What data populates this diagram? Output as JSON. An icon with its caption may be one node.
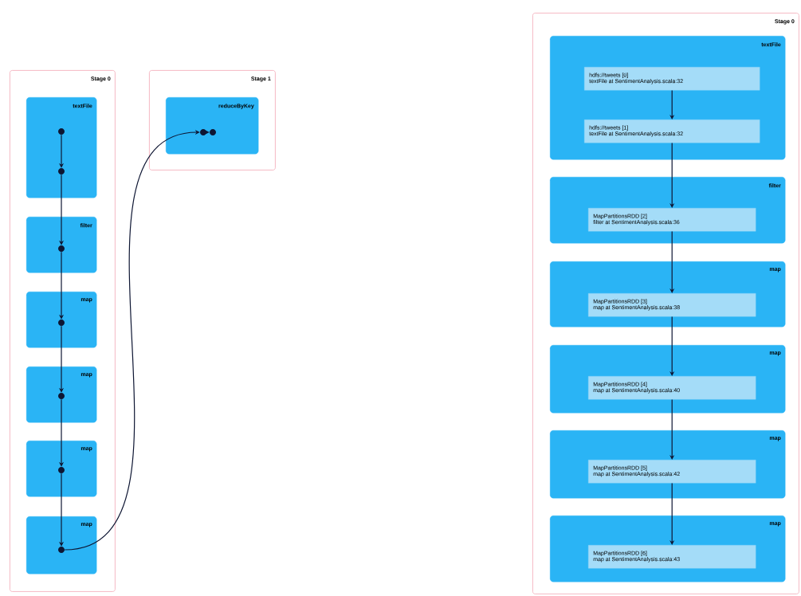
{
  "diagram": {
    "nodes": [
      {
        "text": [
          "Stage 0"
        ]
      },
      {
        "text": [
          "textFile"
        ],
        "in": 0
      },
      {
        "text": [
          "filter"
        ],
        "in": 0
      },
      {
        "text": [
          "map"
        ],
        "in": 0
      },
      {
        "text": [
          "map"
        ],
        "in": 0
      },
      {
        "text": [
          "map"
        ],
        "in": 0
      },
      {
        "text": [
          "map"
        ],
        "in": 0
      },
      {
        "text": [
          "Stage 1"
        ]
      },
      {
        "text": [
          "reduceByKey"
        ],
        "in": 7
      },
      {
        "text": [],
        "shape": "circle",
        "in": 1
      },
      {
        "text": [],
        "shape": "circle",
        "in": 1
      },
      {
        "text": [],
        "shape": "circle",
        "in": 2
      },
      {
        "text": [],
        "shape": "circle",
        "in": 3
      },
      {
        "text": [],
        "shape": "circle",
        "in": 4
      },
      {
        "text": [],
        "shape": "circle",
        "in": 5
      },
      {
        "text": [],
        "shape": "circle",
        "in": 6
      },
      {
        "text": [],
        "shape": "circle",
        "in": 8
      },
      {
        "text": [],
        "shape": "circle",
        "in": 8
      },
      {
        "text": [
          "Stage 0"
        ]
      },
      {
        "text": [
          "textFile"
        ],
        "in": 18
      },
      {
        "text": [
          "hdfs://tweets [0]",
          "textFile at SentimentAnalysis.scala:32"
        ],
        "in": 19
      },
      {
        "text": [
          "hdfs://tweets [1]",
          "textFile at SentimentAnalysis.scala:32"
        ],
        "in": 19
      },
      {
        "text": [
          "filter"
        ],
        "in": 18
      },
      {
        "text": [
          "MapPartitionsRDD [2]",
          "filter at SentimentAnalysis.scala:36"
        ],
        "in": 22
      },
      {
        "text": [
          "map"
        ],
        "in": 18
      },
      {
        "text": [
          "MapPartitionsRDD [3]",
          "map at SentimentAnalysis.scala:38"
        ],
        "in": 24
      },
      {
        "text": [
          "map"
        ],
        "in": 18
      },
      {
        "text": [
          "MapPartitionsRDD [4]",
          "map at SentimentAnalysis.scala:40"
        ],
        "in": 26
      },
      {
        "text": [
          "map"
        ],
        "in": 18
      },
      {
        "text": [
          "MapPartitionsRDD [5]",
          "map at SentimentAnalysis.scala:42"
        ],
        "in": 28
      },
      {
        "text": [
          "map"
        ],
        "in": 18
      },
      {
        "text": [
          "MapPartitionsRDD [6]",
          "map at SentimentAnalysis.scala:43"
        ],
        "in": 30
      }
    ],
    "edges": [
      {
        "from": 9,
        "to": 10,
        "arrow": "to"
      },
      {
        "from": 10,
        "to": 11,
        "arrow": "to"
      },
      {
        "from": 11,
        "to": 12,
        "arrow": "to"
      },
      {
        "from": 12,
        "to": 13,
        "arrow": "to"
      },
      {
        "from": 13,
        "to": 14,
        "arrow": "to"
      },
      {
        "from": 14,
        "to": 15,
        "arrow": "to"
      },
      {
        "from": 15,
        "to": 16,
        "arrow": "to"
      },
      {
        "from": 16,
        "to": 17,
        "arrow": "to"
      },
      {
        "from": 20,
        "to": 21,
        "arrow": "to"
      },
      {
        "from": 21,
        "to": 23,
        "arrow": "to"
      },
      {
        "from": 23,
        "to": 25,
        "arrow": "to"
      },
      {
        "from": 25,
        "to": 27,
        "arrow": "to"
      },
      {
        "from": 27,
        "to": 29,
        "arrow": "to"
      },
      {
        "from": 29,
        "to": 31,
        "arrow": "to"
      }
    ]
  }
}
